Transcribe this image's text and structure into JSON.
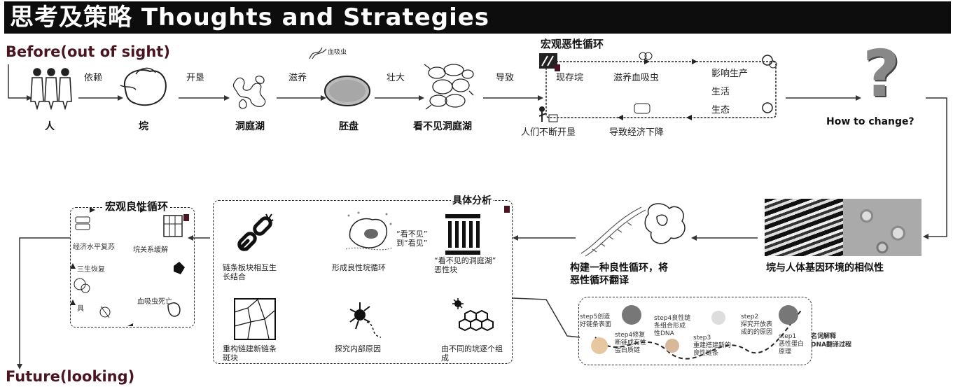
{
  "title": "思考及策略 Thoughts and Strategies",
  "before_label": "Before(out of sight)",
  "future_label": "Future(looking)",
  "top_flow": {
    "nodes": [
      "人",
      "垸",
      "洞庭湖",
      "胚盘",
      "看不见洞庭湖"
    ],
    "edges": [
      "依赖",
      "开垦",
      "滋养",
      "壮大",
      "导致"
    ],
    "parasite_label": "血吸虫"
  },
  "vicious_cycle": {
    "title": "宏观恶性循环",
    "items": [
      "现存垸",
      "滋养血吸虫",
      "影响生产",
      "生活",
      "生态",
      "导致经济下降",
      "人们不断开垦"
    ]
  },
  "question": "How to change?",
  "similarity_label": "垸与人体基因环境的相似性",
  "construct_label": [
    "构建一种良性循环，将",
    "恶性循环翻译"
  ],
  "translation": {
    "steps": [
      "step5创造\n好链条表面",
      "step4修复\n断链成有性\n蛋白质链",
      "step4良性链\n条组合形成\n性DNA",
      "step3\n重建搭建新的\n良性链条",
      "step2\n探究开放表\n成的的原因",
      "step1\n恶性蛋白\n原理"
    ],
    "caption": [
      "名词解释",
      "DNA翻译过程"
    ]
  },
  "analysis": {
    "title": "具体分析",
    "items": [
      "链条板块相互生\n长结合",
      "形成良性垸循环",
      "“看不见的洞庭湖”\n恶性块",
      "重构链建新链条\n斑块",
      "探究内部原因",
      "由不同的垸逐个组\n成"
    ],
    "quote": "“看不见”\n到“看见”"
  },
  "benign_cycle": {
    "title": "宏观良性循环",
    "items": [
      "经济水平复苏",
      "垸关系缓解",
      "三生恢复",
      "血吸虫死亡",
      "具"
    ]
  },
  "colors": {
    "accent": "#4a1522",
    "title_bg": "#0d0d0d"
  }
}
